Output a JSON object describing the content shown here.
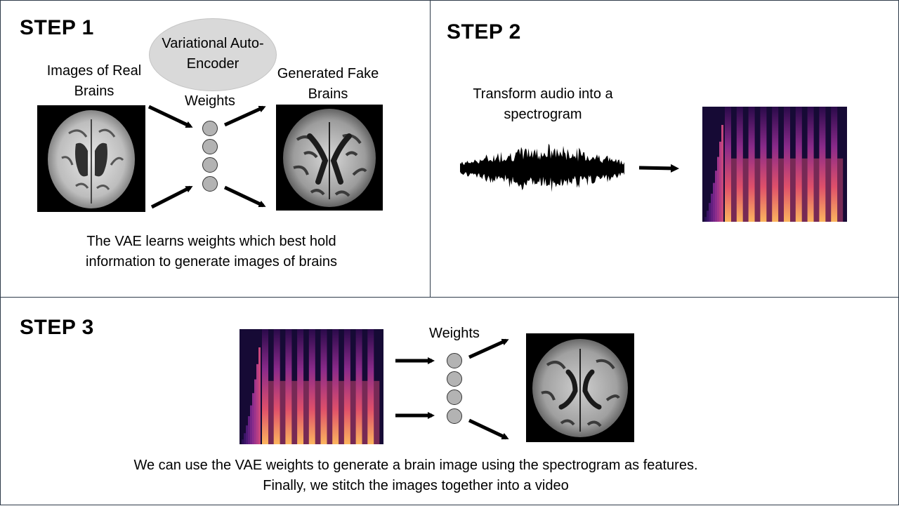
{
  "step1": {
    "title": "STEP 1",
    "vae_label": "Variational Auto-Encoder",
    "real_label": "Images of Real Brains",
    "weights_label": "Weights",
    "fake_label": "Generated Fake Brains",
    "caption_line1": "The VAE learns weights which best hold",
    "caption_line2": "information to generate images of brains"
  },
  "step2": {
    "title": "STEP 2",
    "label_line1": "Transform audio into a",
    "label_line2": "spectrogram"
  },
  "step3": {
    "title": "STEP 3",
    "weights_label": "Weights",
    "caption_line1": "We can use the VAE weights to generate a brain image using the spectrogram as features.",
    "caption_line2": "Finally, we stitch the images together into a video"
  },
  "colors": {
    "border": "#2f3b4a",
    "node_fill": "#b3b3b3",
    "ellipse_fill": "#d9d9d9",
    "spectrogram_dark": "#0d0829",
    "spectrogram_mid": "#7b2b8f",
    "spectrogram_hot": "#fbb55e"
  }
}
